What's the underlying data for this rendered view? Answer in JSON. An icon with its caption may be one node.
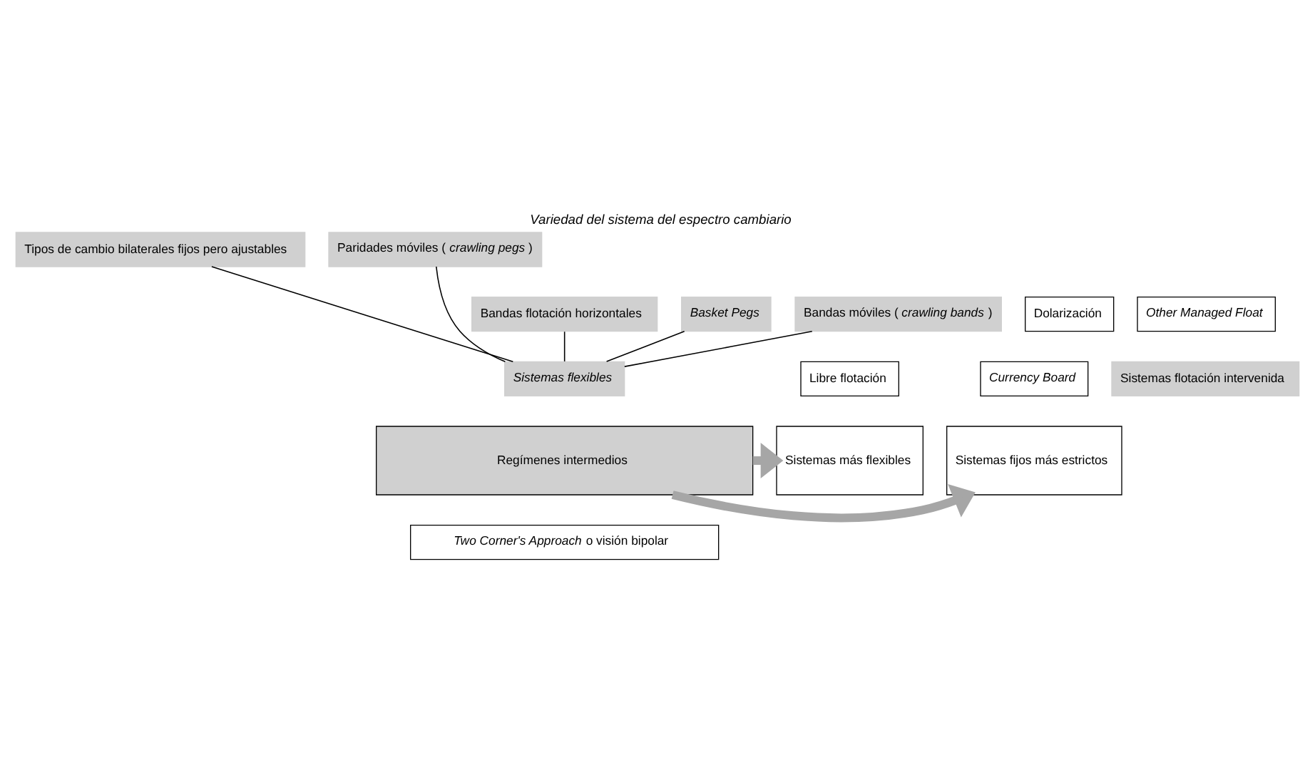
{
  "diagram": {
    "title": "Variedad del sistema del espectro cambiario",
    "nodes": [
      {
        "text": [
          "Tipos de cambio bilaterales fijos pero ajustables"
        ]
      },
      {
        "text": [
          "Paridades móviles (*crawling pegs*)"
        ]
      },
      {
        "text": [
          "Bandas flotación horizontales"
        ]
      },
      {
        "text": [
          "Dolarización"
        ]
      },
      {
        "text": [
          "Other Managed Float"
        ]
      },
      {
        "text": [
          "Basket Pegs"
        ]
      },
      {
        "text": [
          "Bandas móviles (*crawling bands*)"
        ]
      },
      {
        "text": [
          "Currency Board"
        ]
      },
      {
        "text": [
          "Sistemas flexibles"
        ]
      },
      {
        "text": [
          "Sistemas flotación intervenida"
        ]
      },
      {
        "text": [
          "Libre flotación"
        ]
      },
      {
        "text": [
          "Sistemas fijos más estrictos"
        ]
      },
      {
        "text": [
          "Regímenes intermedios"
        ]
      },
      {
        "text": [
          "Sistemas más flexibles"
        ]
      },
      {
        "text": [
          "*Two Corner's Approach* o visión bipolar"
        ]
      }
    ],
    "edges": [
      {
        "from": 8,
        "to": 5,
        "arrow": "none"
      },
      {
        "from": 8,
        "to": 0,
        "arrow": "none"
      },
      {
        "from": 8,
        "to": 2,
        "arrow": "none"
      },
      {
        "from": 8,
        "to": 1,
        "arrow": "none"
      },
      {
        "from": 8,
        "to": 6,
        "arrow": "none"
      },
      {
        "from": 12,
        "to": 11,
        "arrow": "to",
        "style": "thick",
        "color": "#a6a6a6"
      },
      {
        "from": 12,
        "to": 13,
        "arrow": "to",
        "style": "thick",
        "color": "#a6a6a6"
      }
    ]
  }
}
